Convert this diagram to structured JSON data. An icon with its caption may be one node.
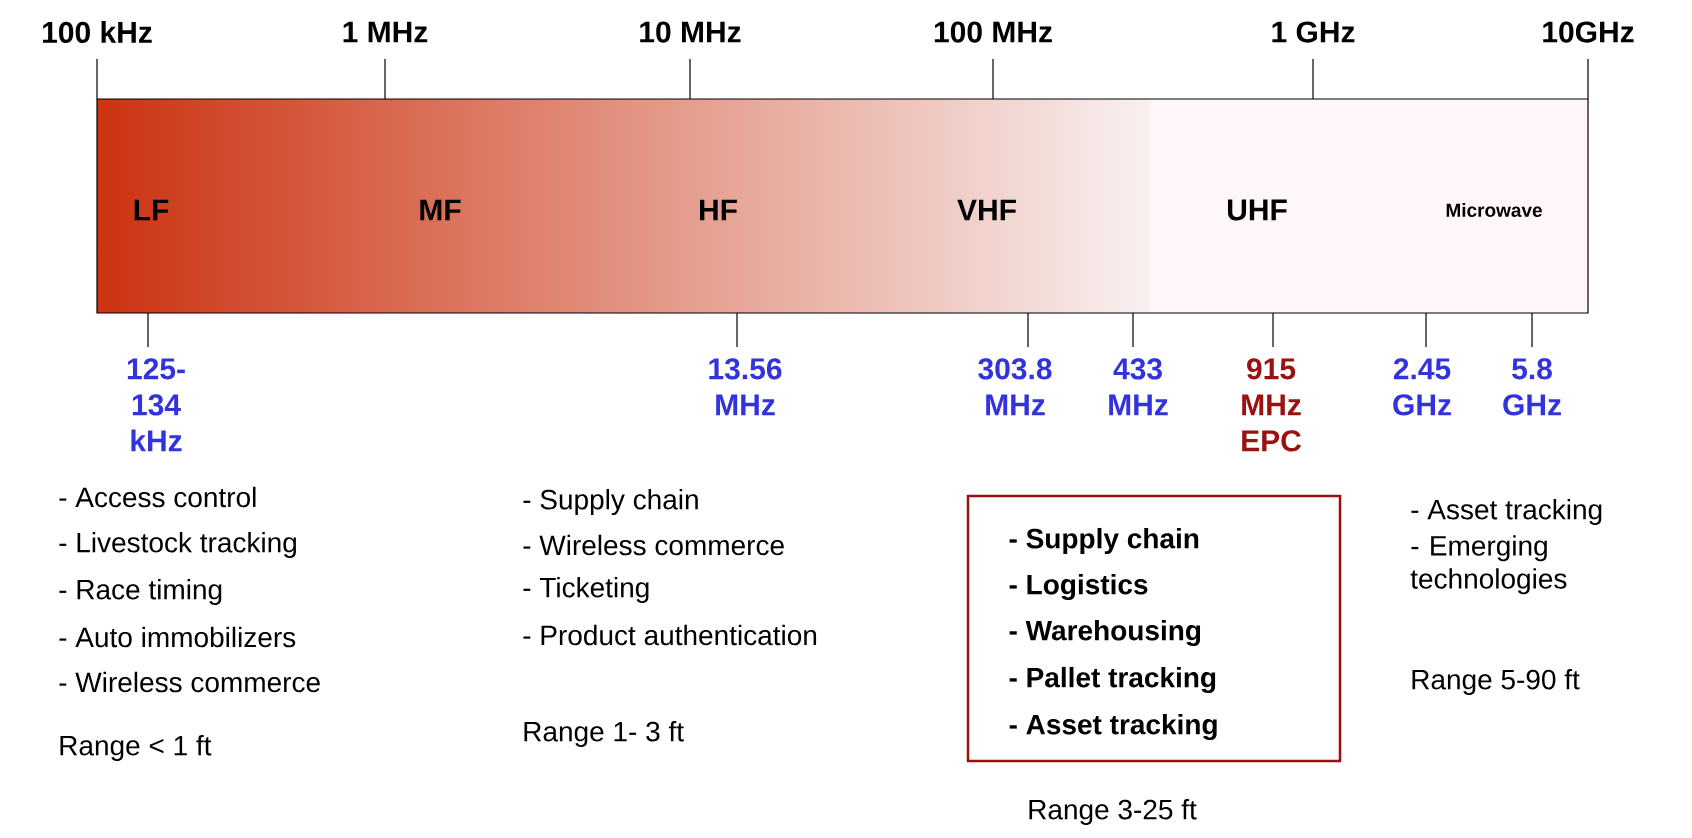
{
  "diagram": {
    "nodes": [
      {
        "text": [
          "LF",
          "MF",
          "HF",
          "VHF",
          "UHF",
          "Microwave"
        ]
      },
      {
        "text": [
          "- Supply chain",
          "- Logistics",
          "- Warehousing",
          "- Pallet tracking",
          "- Asset tracking"
        ],
        "beside": [
          "Range 3-25 ft"
        ]
      }
    ],
    "labels": [
      "100 kHz",
      "1 MHz",
      "10 MHz",
      "100 MHz",
      "1 GHz",
      "10GHz",
      "125-134 kHz",
      "13.56 MHz",
      "303.8 MHz",
      "433 MHz",
      "915 MHz EPC",
      "2.45 GHz",
      "5.8 GHz",
      "- Access control",
      "- Livestock tracking",
      "- Race timing",
      "- Auto immobilizers",
      "- Wireless commerce",
      "Range < 1 ft",
      "- Supply chain",
      "- Wireless commerce",
      "- Ticketing",
      "- Product authentication",
      "Range 1- 3 ft",
      "- Asset tracking",
      "- Emerging technologies",
      "Range 5-90 ft"
    ]
  }
}
